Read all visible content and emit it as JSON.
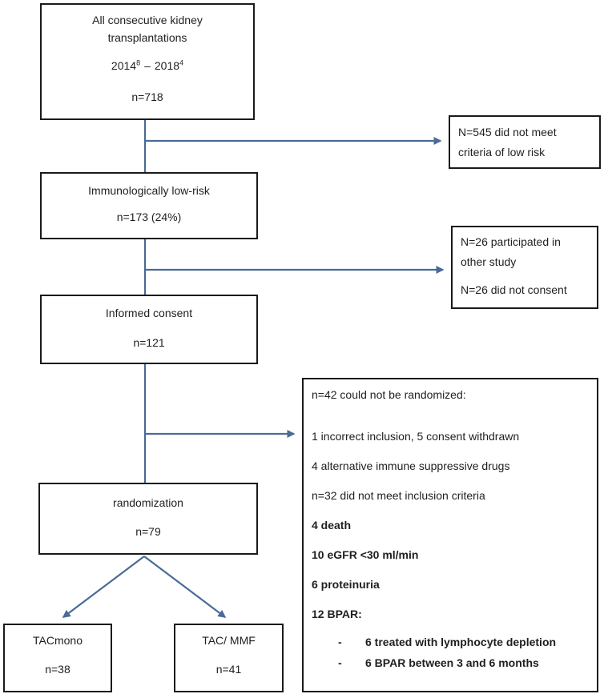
{
  "colors": {
    "connector_blue": "#4a6b96",
    "box_border": "#1a1a1a",
    "text": "#1f1f1f",
    "background": "#ffffff"
  },
  "flow": {
    "enrollment": {
      "title_line1": "All consecutive kidney",
      "title_line2": "transplantations",
      "period": {
        "start": "2014",
        "start_sup": "8",
        "separator": "–",
        "end": "2018",
        "end_sup": "4"
      },
      "count": "n=718"
    },
    "low_risk": {
      "title": "Immunologically low-risk",
      "count": "n=173 (24%)"
    },
    "consent": {
      "title": "Informed consent",
      "count": "n=121"
    },
    "randomization": {
      "title": "randomization",
      "count": "n=79"
    },
    "arm_tacmono": {
      "title": "TACmono",
      "count": "n=38"
    },
    "arm_tacmmf": {
      "title": "TAC/ MMF",
      "count": "n=41"
    },
    "exclusion_low_risk": {
      "text": "N=545 did not meet criteria of low risk"
    },
    "exclusion_consent": {
      "line1": "N=26 participated in other study",
      "line2": "N=26 did not consent"
    },
    "not_randomized": {
      "title": "n=42 could not be randomized:",
      "plain_lines": [
        "1 incorrect inclusion, 5 consent withdrawn",
        "4 alternative immune suppressive drugs",
        "n=32 did not meet inclusion criteria"
      ],
      "bold_lines": [
        "4 death",
        "10 eGFR <30 ml/min",
        "6 proteinuria",
        "12 BPAR:"
      ],
      "bullet_marker": "-",
      "bullets": [
        "6 treated with lymphocyte depletion",
        "6 BPAR between 3 and 6 months"
      ]
    }
  }
}
